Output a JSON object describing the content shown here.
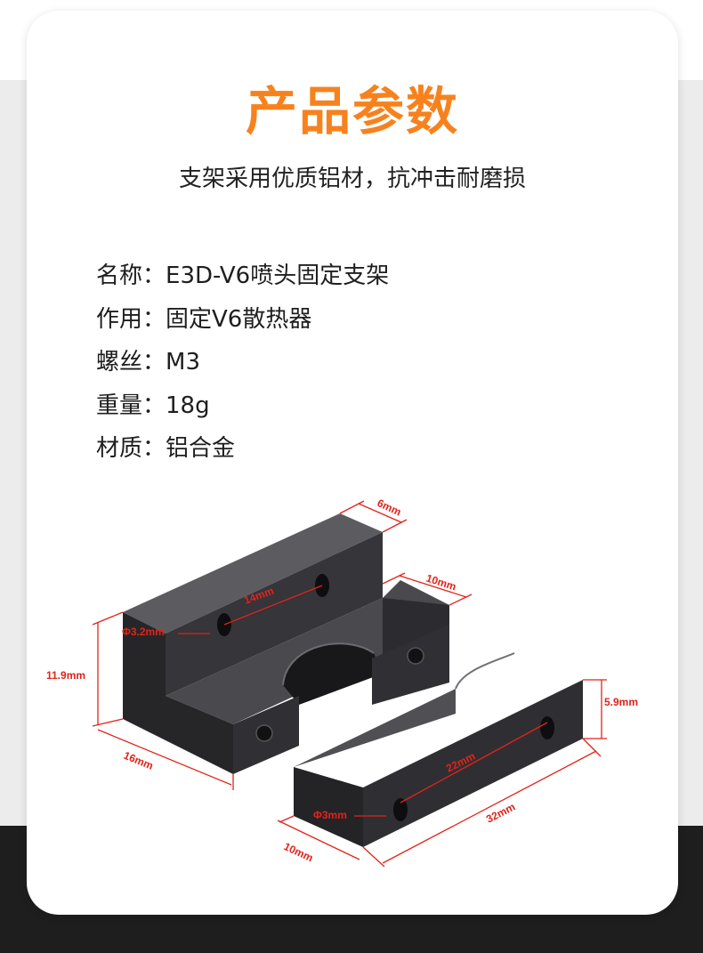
{
  "title": "产品参数",
  "subtitle": "支架采用优质铝材，抗冲击耐磨损",
  "specs": [
    {
      "label": "名称：",
      "value": "E3D-V6喷头固定支架"
    },
    {
      "label": "作用：",
      "value": "固定V6散热器"
    },
    {
      "label": "螺丝：",
      "value": "M3"
    },
    {
      "label": "重量：",
      "value": "18g"
    },
    {
      "label": "材质：",
      "value": "铝合金"
    }
  ],
  "dimensions": {
    "d1": "6mm",
    "d2": "10mm",
    "d3": "14mm",
    "d4": "Φ3.2mm",
    "d5": "11.9mm",
    "d6": "16mm",
    "d7": "5.9mm",
    "d8": "22mm",
    "d9": "Φ3mm",
    "d10": "32mm",
    "d11": "10mm"
  },
  "colors": {
    "accent": "#f7821d",
    "dimension": "#e2231a",
    "part": "#2e2e30"
  }
}
